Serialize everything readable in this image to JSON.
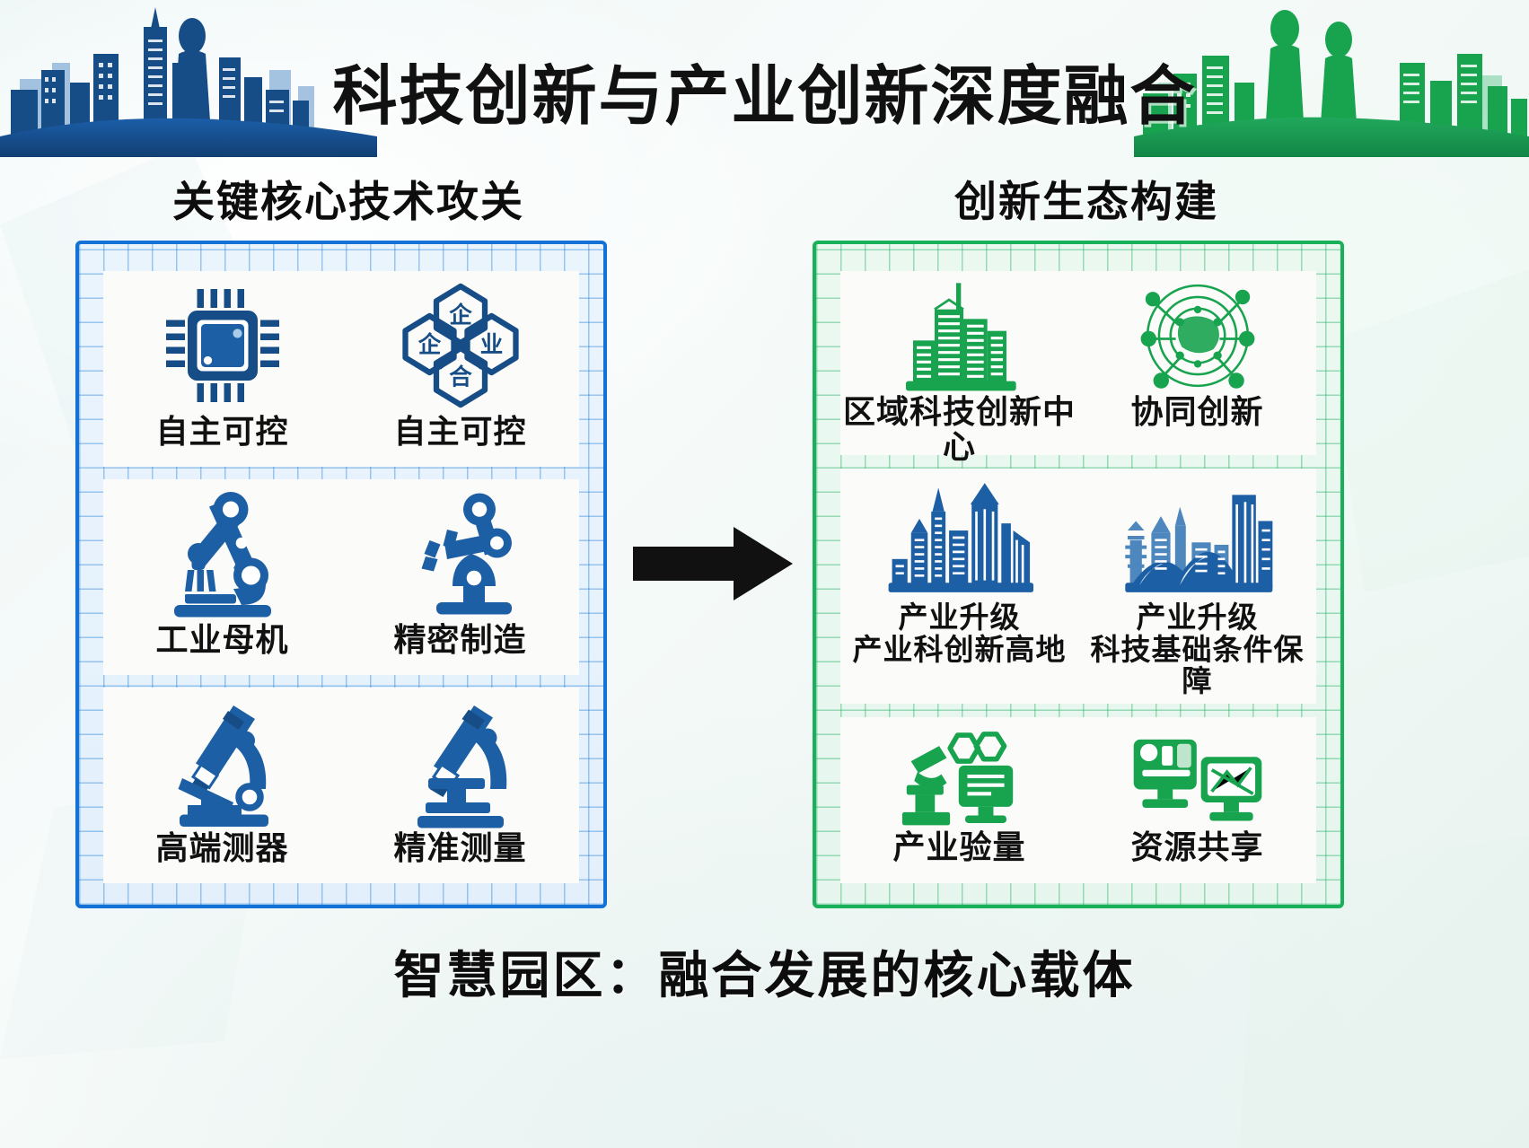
{
  "header": {
    "title": "科技创新与产业创新深度融合",
    "left_skyline_icon": "city-skyline-person-blue-icon",
    "right_skyline_icon": "city-skyline-people-green-icon"
  },
  "columns": {
    "left": {
      "heading": "关键核心技术攻关",
      "accent_color": "#1471d6",
      "items": [
        {
          "label": "自主可控",
          "icon": "microchip-icon"
        },
        {
          "label": "自主可控",
          "icon": "enterprise-hexagon-cluster-icon"
        },
        {
          "label": "工业母机",
          "icon": "industrial-robot-arm-icon"
        },
        {
          "label": "精密制造",
          "icon": "precision-robot-arm-icon"
        },
        {
          "label": "高端测器",
          "icon": "microscope-icon"
        },
        {
          "label": "精准测量",
          "icon": "microscope-measure-icon"
        }
      ]
    },
    "right": {
      "heading": "创新生态构建",
      "accent_color": "#18b058",
      "items": [
        {
          "label": "区域科技创新中心",
          "label_line2": "",
          "icon": "green-buildings-icon"
        },
        {
          "label": "协同创新",
          "label_line2": "",
          "icon": "globe-network-icon"
        },
        {
          "label": "产业升级",
          "label_line2": "产业科创新高地",
          "icon": "blue-cityscape-icon"
        },
        {
          "label": "产业升级",
          "label_line2": "科技基础条件保障",
          "icon": "blue-city-bridge-icon"
        },
        {
          "label": "产业验量",
          "label_line2": "",
          "icon": "lab-arm-monitor-icon"
        },
        {
          "label": "资源共享",
          "label_line2": "",
          "icon": "dual-monitor-share-icon"
        }
      ]
    }
  },
  "arrow": {
    "icon": "right-arrow-icon",
    "color": "#111111"
  },
  "footer": {
    "caption": "智慧园区：融合发展的核心载体"
  },
  "colors": {
    "blue_dark": "#174d87",
    "blue_mid": "#1d5fa5",
    "blue_bright": "#1471d6",
    "green": "#18a34f",
    "green_bright": "#18b058",
    "background": "#eef6f6"
  }
}
